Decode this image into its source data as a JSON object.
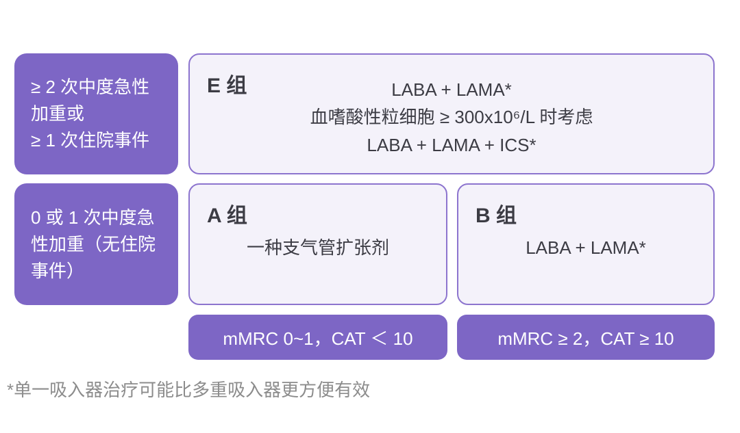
{
  "diagram": {
    "title_hint": "COPD GOLD initial pharmacological treatment groups (A/B/E)",
    "risk_rows": [
      {
        "label": "≥ 2 次中度急性\n加重或\n≥ 1 次住院事件"
      },
      {
        "label": "0 或 1 次中度急\n性加重（无住院\n事件）"
      }
    ],
    "groups": [
      {
        "id": "E",
        "title": "E 组",
        "content": "LABA + LAMA*\n血嗜酸性粒细胞 ≥ 300x10⁶/L 时考虑\nLABA + LAMA + ICS*"
      },
      {
        "id": "A",
        "title": "A 组",
        "content": "一种支气管扩张剂"
      },
      {
        "id": "B",
        "title": "B 组",
        "content": "LABA + LAMA*"
      }
    ],
    "symptom_bars": [
      {
        "label": "mMRC 0~1，CAT ＜ 10"
      },
      {
        "label": "mMRC ≥ 2，CAT ≥ 10"
      }
    ],
    "footnote": "*单一吸入器治疗可能比多重吸入器更方便有效",
    "colors": {
      "purple": "#7D66C5",
      "light_box_bg": "#F4F2FA",
      "light_box_border": "#8C74CE",
      "dark_text": "#3C3C44",
      "footnote_gray": "#8C8C8C"
    }
  }
}
